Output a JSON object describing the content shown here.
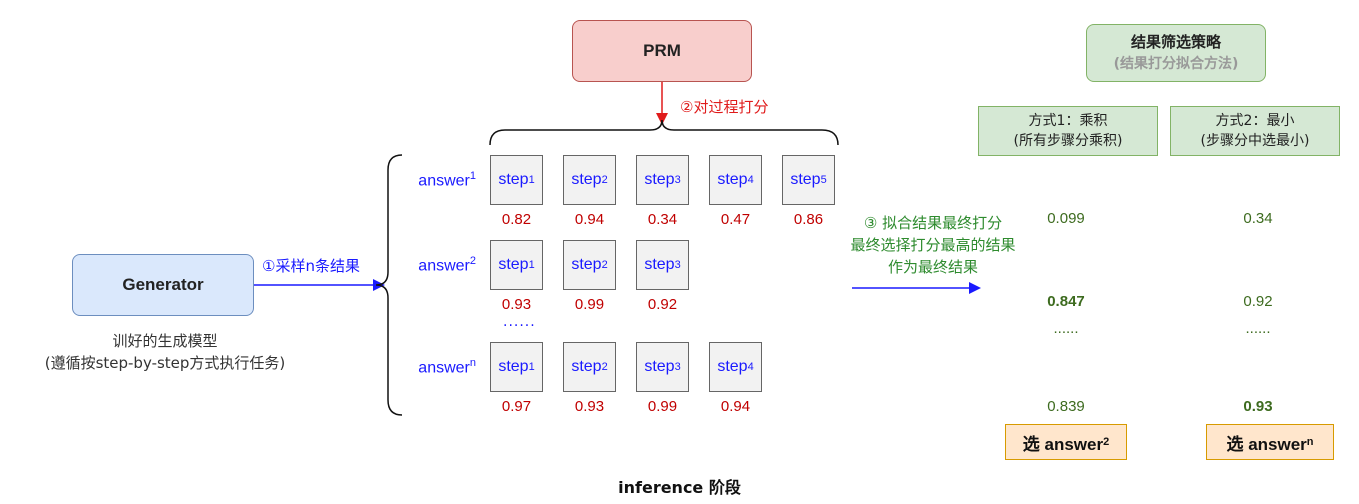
{
  "prm": {
    "label": "PRM"
  },
  "prm_arrow_label": "②对过程打分",
  "generator": {
    "label": "Generator",
    "desc_line1": "训好的生成模型",
    "desc_line2": "(遵循按step-by-step方式执行任务)"
  },
  "sample_label": "①采样n条结果",
  "answers": [
    {
      "base": "answer",
      "sup": "1",
      "steps": [
        "1",
        "2",
        "3",
        "4",
        "5"
      ],
      "scores": [
        "0.82",
        "0.94",
        "0.34",
        "0.47",
        "0.86"
      ]
    },
    {
      "base": "answer",
      "sup": "2",
      "steps": [
        "1",
        "2",
        "3"
      ],
      "scores": [
        "0.93",
        "0.99",
        "0.92"
      ]
    },
    {
      "base": "answer",
      "sup": "n",
      "steps": [
        "1",
        "2",
        "3",
        "4"
      ],
      "scores": [
        "0.97",
        "0.93",
        "0.99",
        "0.94"
      ]
    }
  ],
  "step_word": "step",
  "ellipsis": "......",
  "fit_label": {
    "line1": "③ 拟合结果最终打分",
    "line2": "最终选择打分最高的结果",
    "line3": "作为最终结果"
  },
  "strategy": {
    "title": "结果筛选策略",
    "subtitle": "(结果打分拟合方法)"
  },
  "modes": [
    {
      "line1": "方式1：乘积",
      "line2": "(所有步骤分乘积)"
    },
    {
      "line1": "方式2：最小",
      "line2": "(步骤分中选最小)"
    }
  ],
  "values": {
    "mode1": [
      "0.099",
      "0.847",
      "0.839"
    ],
    "mode2": [
      "0.34",
      "0.92",
      "0.93"
    ]
  },
  "picks": [
    {
      "prefix": "选 answer",
      "sup": "2"
    },
    {
      "prefix": "选 answer",
      "sup": "n"
    }
  ],
  "footer": "inference 阶段",
  "colors": {
    "red": "#c00000",
    "blue": "#1a1aff",
    "green": "#2e8b2e",
    "prm_fill": "#f8cecc",
    "gen_fill": "#dae8fc",
    "strategy_fill": "#d5e8d4",
    "pick_fill": "#ffe6cc"
  }
}
